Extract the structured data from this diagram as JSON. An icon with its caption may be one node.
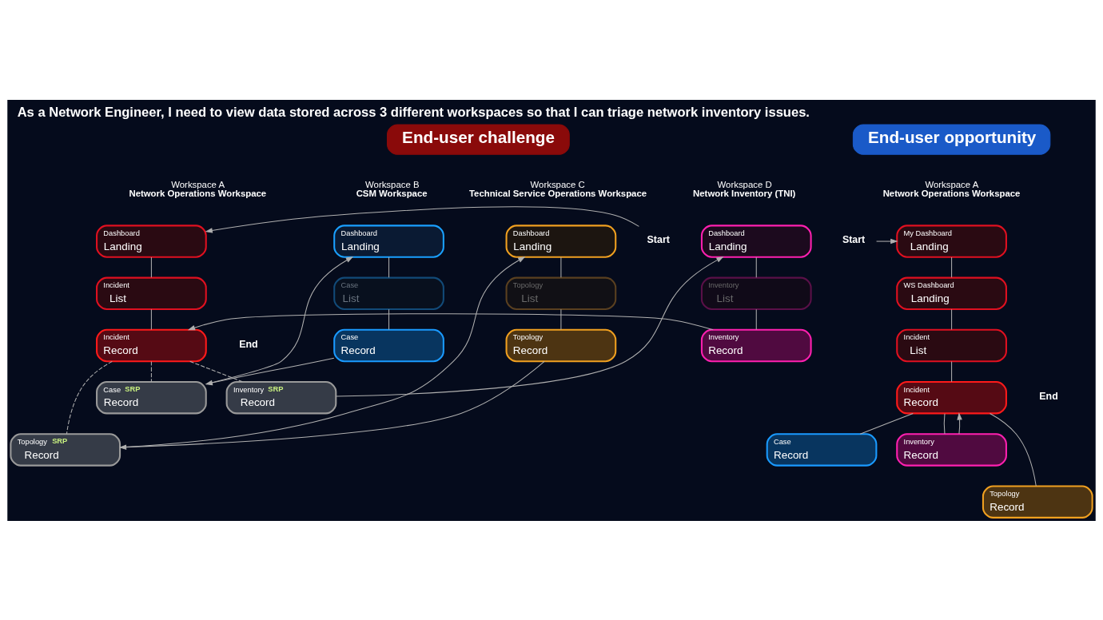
{
  "diagram": {
    "title": "As a Network Engineer, I need to view data stored across 3 different workspaces so that I can triage network inventory issues.",
    "nodes": [
      {
        "text": [
          "End-user challenge"
        ]
      },
      {
        "text": [
          "End-user opportunity"
        ]
      },
      {
        "text": [
          "Start"
        ]
      },
      {
        "text": [
          "Dashboard",
          "Landing"
        ]
      },
      {
        "text": [
          "Incident",
          "List"
        ]
      },
      {
        "text": [
          "Incident",
          "Record"
        ]
      },
      {
        "text": [
          "Case",
          "SRP",
          "Record"
        ]
      },
      {
        "text": [
          "Inventory",
          "SRP",
          "Record"
        ]
      },
      {
        "text": [
          "Topology",
          "SRP",
          "Record"
        ]
      },
      {
        "text": [
          "Dashboard",
          "Landing"
        ]
      },
      {
        "text": [
          "Case",
          "List"
        ]
      },
      {
        "text": [
          "Case",
          "Record"
        ]
      },
      {
        "text": [
          "Dashboard",
          "Landing"
        ]
      },
      {
        "text": [
          "Topology",
          "List"
        ]
      },
      {
        "text": [
          "Topology",
          "Record"
        ]
      },
      {
        "text": [
          "Dashboard",
          "Landing"
        ]
      },
      {
        "text": [
          "Inventory",
          "List"
        ]
      },
      {
        "text": [
          "Inventory",
          "Record"
        ]
      },
      {
        "text": [
          "Start"
        ]
      },
      {
        "text": [
          "My Dashboard",
          "Landing"
        ]
      },
      {
        "text": [
          "WS Dashboard",
          "Landing"
        ]
      },
      {
        "text": [
          "Incident",
          "List"
        ]
      },
      {
        "text": [
          "Incident",
          "Record"
        ]
      },
      {
        "text": [
          "Case",
          "Record"
        ]
      },
      {
        "text": [
          "Inventory",
          "Record"
        ]
      },
      {
        "text": [
          "Topology",
          "Record"
        ]
      }
    ],
    "edges": [
      {
        "from": 2,
        "to": 3,
        "arrow": "to"
      },
      {
        "from": 3,
        "to": 4,
        "arrow": "none"
      },
      {
        "from": 4,
        "to": 5,
        "arrow": "none"
      },
      {
        "from": 5,
        "to": 6,
        "arrow": "none",
        "style": "dashed"
      },
      {
        "from": 5,
        "to": 7,
        "arrow": "none",
        "style": "dashed"
      },
      {
        "from": 5,
        "to": 8,
        "arrow": "none",
        "style": "dashed"
      },
      {
        "from": 9,
        "to": 10,
        "arrow": "none"
      },
      {
        "from": 10,
        "to": 11,
        "arrow": "none"
      },
      {
        "from": 12,
        "to": 13,
        "arrow": "none"
      },
      {
        "from": 13,
        "to": 14,
        "arrow": "none"
      },
      {
        "from": 15,
        "to": 16,
        "arrow": "none"
      },
      {
        "from": 16,
        "to": 17,
        "arrow": "none"
      },
      {
        "from": 6,
        "to": 9,
        "arrow": "to"
      },
      {
        "from": 8,
        "to": 12,
        "arrow": "to"
      },
      {
        "from": 7,
        "to": 15,
        "arrow": "to"
      },
      {
        "from": 11,
        "to": 6,
        "arrow": "to"
      },
      {
        "from": 14,
        "to": 8,
        "arrow": "to"
      },
      {
        "from": 17,
        "to": 5,
        "arrow": "to"
      },
      {
        "from": 18,
        "to": 19,
        "arrow": "to"
      },
      {
        "from": 19,
        "to": 20,
        "arrow": "none"
      },
      {
        "from": 20,
        "to": 21,
        "arrow": "none"
      },
      {
        "from": 21,
        "to": 22,
        "arrow": "none"
      },
      {
        "from": 22,
        "to": 23,
        "arrow": "none"
      },
      {
        "from": 22,
        "to": 24,
        "arrow": "none"
      },
      {
        "from": 22,
        "to": 25,
        "arrow": "none"
      },
      {
        "from": 24,
        "to": 22,
        "arrow": "to"
      }
    ],
    "labels": [
      "Workspace A",
      "Network Operations Workspace",
      "Workspace B",
      "CSM Workspace",
      "Workspace C",
      "Technical Service Operations Workspace",
      "Workspace D",
      "Network Inventory (TNI)",
      "End",
      "Workspace A",
      "Network Operations Workspace",
      "End"
    ]
  }
}
